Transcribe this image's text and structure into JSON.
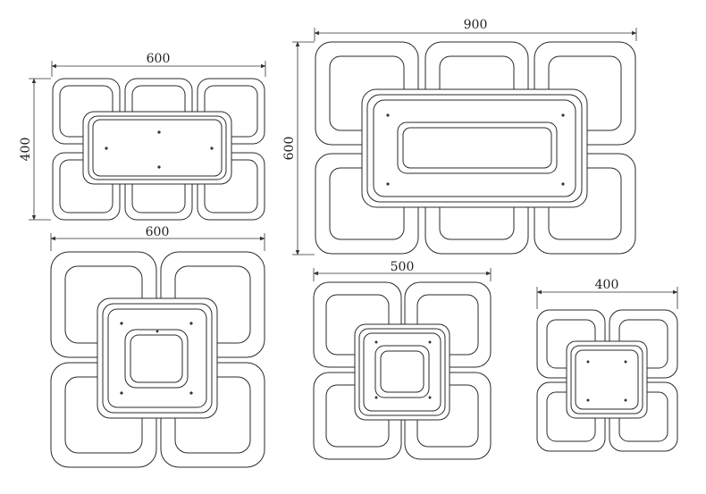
{
  "diagrams": [
    {
      "id": "lamp-600x400",
      "width_label": "600",
      "height_label": "400"
    },
    {
      "id": "lamp-900x600",
      "width_label": "900",
      "height_label": "600"
    },
    {
      "id": "lamp-600-square",
      "width_label": "600"
    },
    {
      "id": "lamp-500-square",
      "width_label": "500"
    },
    {
      "id": "lamp-400-square",
      "width_label": "400"
    }
  ]
}
